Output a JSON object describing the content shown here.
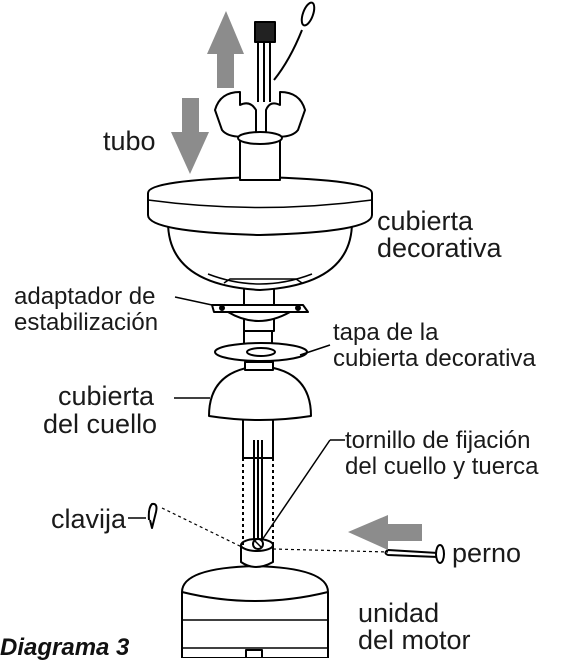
{
  "labels": {
    "tubo": "tubo",
    "cubierta_decorativa": [
      "cubierta",
      "decorativa"
    ],
    "adaptador": [
      "adaptador de",
      "estabilización"
    ],
    "tapa": [
      "tapa de la",
      "cubierta decorativa"
    ],
    "cubierta_cuello": [
      "cubierta",
      "del cuello"
    ],
    "tornillo": [
      "tornillo de fijación",
      "del cuello y tuerca"
    ],
    "clavija": "clavija",
    "perno": "perno",
    "unidad_motor": [
      "unidad",
      "del motor"
    ]
  },
  "caption": "Diagrama 3",
  "colors": {
    "line": "#000000",
    "arrow": "#8c8c8c",
    "fill": "#ffffff"
  }
}
